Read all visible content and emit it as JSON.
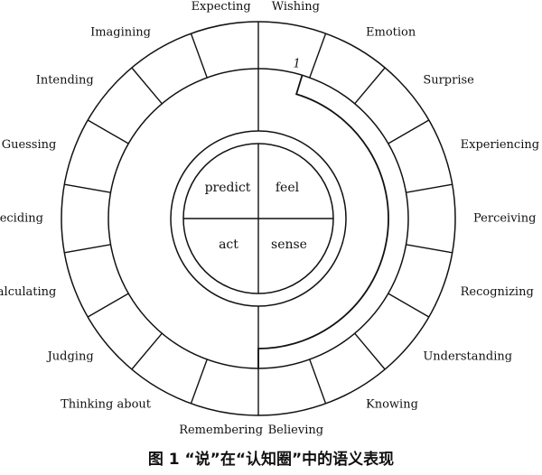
{
  "diagram": {
    "outer_labels": [
      "Wishing",
      "Emotion",
      "Surprise",
      "Experiencing",
      "Perceiving",
      "Recognizing",
      "Understanding",
      "Knowing",
      "Believing",
      "Remembering",
      "Thinking about",
      "Judging",
      "Calculating",
      "Deciding",
      "Guessing",
      "Intending",
      "Imagining",
      "Expecting"
    ],
    "core": {
      "top_left": "predict",
      "top_right": "feel",
      "bottom_left": "act",
      "bottom_right": "sense"
    },
    "marker": "1"
  },
  "caption": "图 1 “说”在“认知圈”中的语义表现"
}
